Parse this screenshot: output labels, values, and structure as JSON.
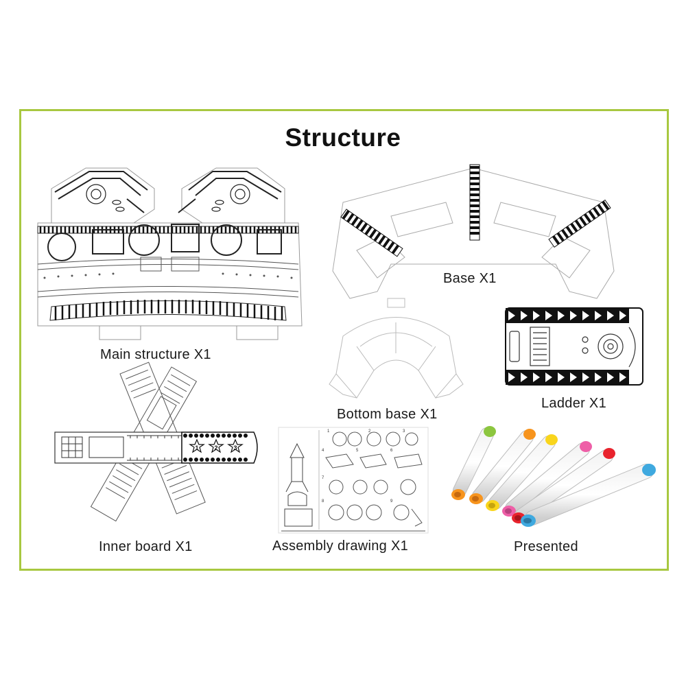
{
  "title": "Structure",
  "items": [
    {
      "label": "Main structure X1",
      "icon": "main-structure-cutout"
    },
    {
      "label": "Base X1",
      "icon": "base-cutout"
    },
    {
      "label": "Bottom base X1",
      "icon": "bottom-base-cutout"
    },
    {
      "label": "Ladder X1",
      "icon": "ladder-cutout"
    },
    {
      "label": "Inner board X1",
      "icon": "inner-board-cutout"
    },
    {
      "label": "Assembly drawing X1",
      "icon": "assembly-drawing-sheet"
    },
    {
      "label": "Presented",
      "icon": "color-markers"
    }
  ],
  "inner_board": {
    "star_numbers": [
      "1",
      "2",
      "3"
    ]
  },
  "assembly_drawing": {
    "step_numbers": [
      "1",
      "2",
      "3",
      "4",
      "5",
      "6",
      "7",
      "8",
      "9"
    ]
  },
  "colors": {
    "frame_border": "#a8c840",
    "marker_caps": [
      "#8cc63f",
      "#f7941d",
      "#f9d51c",
      "#ee5fa7",
      "#e8232d",
      "#3fa9df"
    ]
  }
}
